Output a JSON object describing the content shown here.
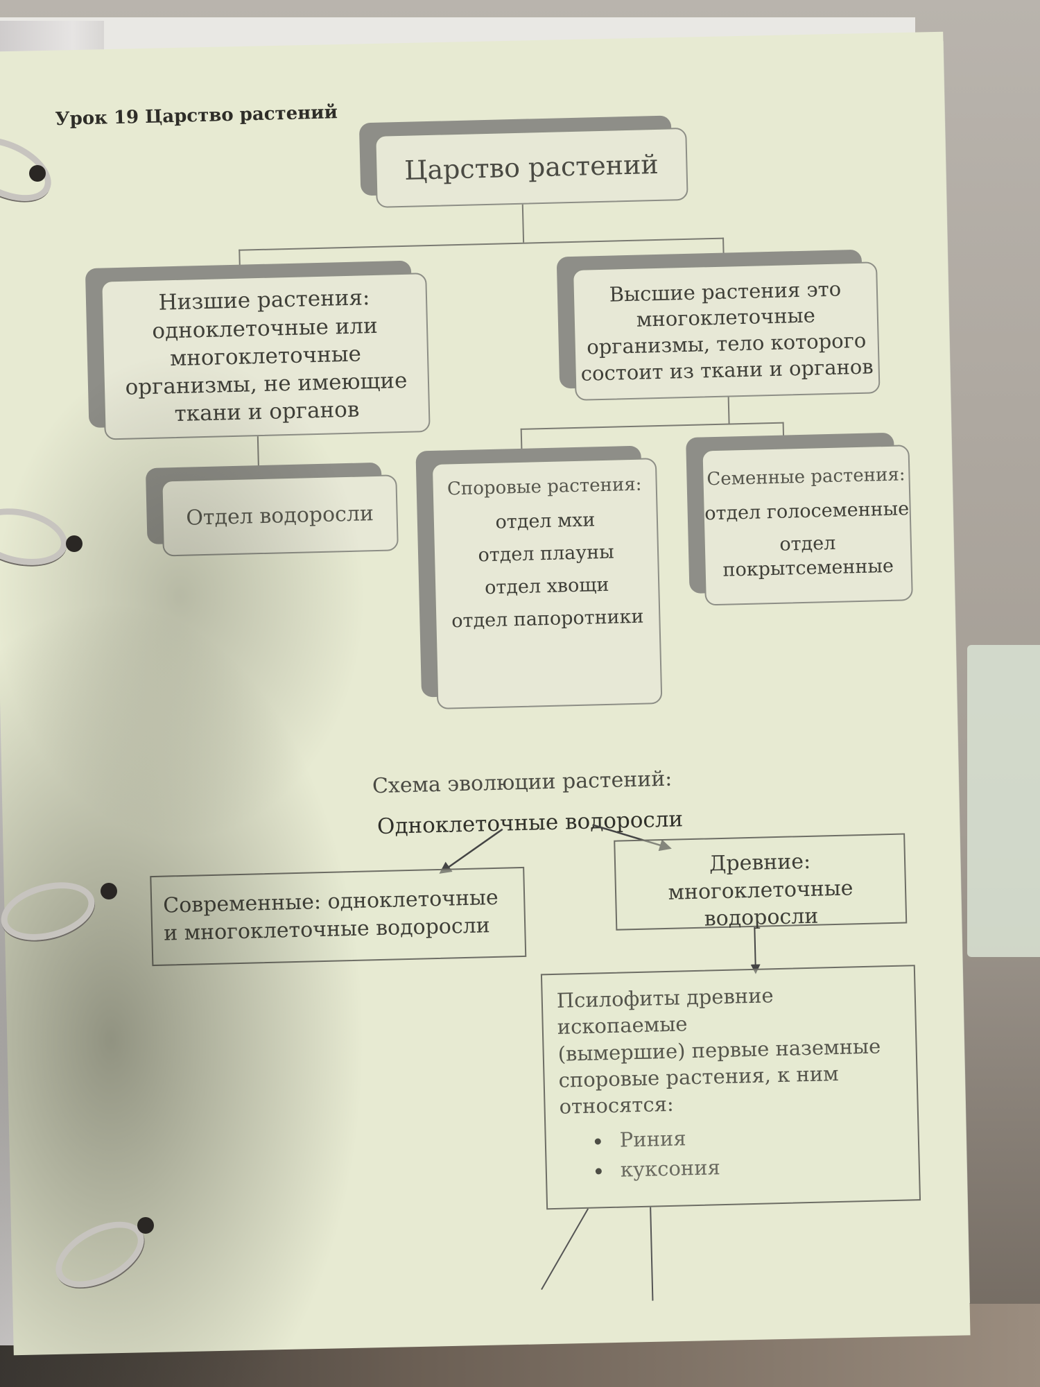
{
  "lesson_title": "Урок 19 Царство растений",
  "root": {
    "label": "Царство растений"
  },
  "lower_plants": {
    "lines": [
      "Низшие растения:",
      "одноклеточные или",
      "многоклеточные",
      "организмы, не имеющие",
      "ткани и органов"
    ]
  },
  "higher_plants": {
    "lines": [
      "Высшие растения это",
      "многоклеточные",
      "организмы, тело которого",
      "состоит из ткани и органов"
    ]
  },
  "algae_division": {
    "label": "Отдел водоросли"
  },
  "spore_plants": {
    "heading": "Споровые растения:",
    "items": [
      "отдел мхи",
      "отдел плауны",
      "отдел хвощи",
      "отдел папоротники"
    ]
  },
  "seed_plants": {
    "heading": "Семенные растения:",
    "items": [
      "отдел голосеменные",
      "отдел",
      "покрытсеменные"
    ]
  },
  "evolution": {
    "title": "Схема эволюции растений:",
    "start": "Одноклеточные водоросли",
    "modern": {
      "lines": [
        "Современные: одноклеточные",
        "и многоклеточные водоросли"
      ]
    },
    "ancient": {
      "lines": [
        "Древние: многоклеточные",
        "водоросли"
      ]
    },
    "psilophytes": {
      "lines": [
        "Псилофиты древние ископаемые",
        "(вымершие) первые наземные",
        "споровые растения, к ним",
        "относятся:"
      ],
      "examples": [
        "Риния",
        "куксония"
      ]
    }
  },
  "colors": {
    "paper": "#e7ead2",
    "card_shadow": "#8e8e88",
    "text": "#3f3f38"
  }
}
